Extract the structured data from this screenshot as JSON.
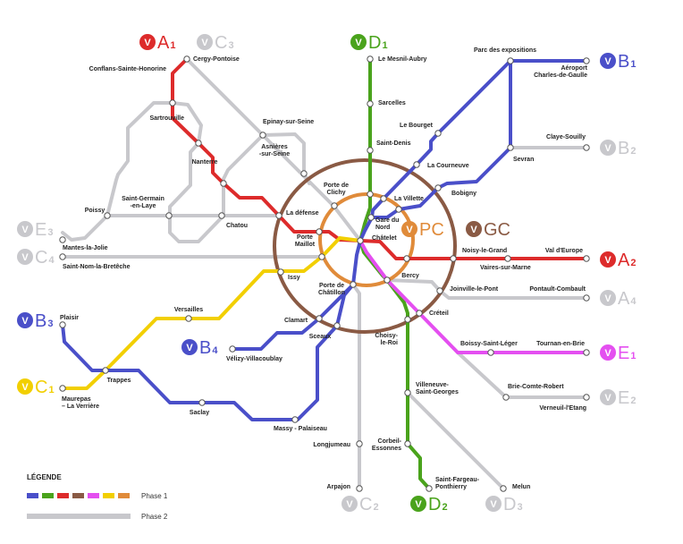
{
  "colors": {
    "blue": "#4a4fc9",
    "green": "#4aa31c",
    "red": "#dd2b2b",
    "brown": "#8a5a44",
    "magenta": "#e44ff0",
    "yellow": "#f2cf00",
    "orange": "#e08b3a",
    "gray": "#c8c8cc"
  },
  "badges": {
    "A1": {
      "letter": "A",
      "sub": "1",
      "v": "V",
      "color": "#dd2b2b"
    },
    "C3": {
      "letter": "C",
      "sub": "3",
      "v": "V",
      "color": "#c8c8cc"
    },
    "D1": {
      "letter": "D",
      "sub": "1",
      "v": "V",
      "color": "#4aa31c"
    },
    "B1": {
      "letter": "B",
      "sub": "1",
      "v": "V",
      "color": "#4a4fc9"
    },
    "B2": {
      "letter": "B",
      "sub": "2",
      "v": "V",
      "color": "#c8c8cc"
    },
    "PC": {
      "letter": "PC",
      "sub": "",
      "v": "V",
      "color": "#e08b3a"
    },
    "GC": {
      "letter": "GC",
      "sub": "",
      "v": "V",
      "color": "#8a5a44"
    },
    "A2": {
      "letter": "A",
      "sub": "2",
      "v": "V",
      "color": "#dd2b2b"
    },
    "A4": {
      "letter": "A",
      "sub": "4",
      "v": "V",
      "color": "#c8c8cc"
    },
    "E1": {
      "letter": "E",
      "sub": "1",
      "v": "V",
      "color": "#e44ff0"
    },
    "E2": {
      "letter": "E",
      "sub": "2",
      "v": "V",
      "color": "#c8c8cc"
    },
    "E3": {
      "letter": "E",
      "sub": "3",
      "v": "V",
      "color": "#c8c8cc"
    },
    "C4": {
      "letter": "C",
      "sub": "4",
      "v": "V",
      "color": "#c8c8cc"
    },
    "B3": {
      "letter": "B",
      "sub": "3",
      "v": "V",
      "color": "#4a4fc9"
    },
    "C1": {
      "letter": "C",
      "sub": "1",
      "v": "V",
      "color": "#f2cf00"
    },
    "B4": {
      "letter": "B",
      "sub": "4",
      "v": "V",
      "color": "#4a4fc9"
    },
    "C2": {
      "letter": "C",
      "sub": "2",
      "v": "V",
      "color": "#c8c8cc"
    },
    "D2": {
      "letter": "D",
      "sub": "2",
      "v": "V",
      "color": "#4aa31c"
    },
    "D3": {
      "letter": "D",
      "sub": "3",
      "v": "V",
      "color": "#c8c8cc"
    }
  },
  "stations": {
    "cergy": [
      "Cergy-Pontoise"
    ],
    "conflans": [
      "Conflans-Sainte-Honorine"
    ],
    "sartrouville": [
      "Sartrouville"
    ],
    "epinay": [
      "Epinay-sur-Seine"
    ],
    "asnieres": [
      "Asnières",
      "-sur-Seine"
    ],
    "nanterre": [
      "Nanterre"
    ],
    "stgermain": [
      "Saint-Germain",
      "-en-Laye"
    ],
    "poissy": [
      "Poissy"
    ],
    "chatou": [
      "Chatou"
    ],
    "ladefense": [
      "La défense"
    ],
    "clichy": [
      "Porte de",
      "Clichy"
    ],
    "mantes": [
      "Mantes-la-Jolie"
    ],
    "stnom": [
      "Saint-Nom-la-Bretêche"
    ],
    "maillot": [
      "Porte",
      "Maillot"
    ],
    "issy": [
      "Issy"
    ],
    "chatillon": [
      "Porte de",
      "Châtillon"
    ],
    "clamart": [
      "Clamart"
    ],
    "sceaux": [
      "Sceaux"
    ],
    "velizy": [
      "Vélizy-Villacoublay"
    ],
    "versailles": [
      "Versailles"
    ],
    "plaisir": [
      "Plaisir"
    ],
    "trappes": [
      "Trappes"
    ],
    "maurepas": [
      "Maurepas",
      "– La Verrière"
    ],
    "saclay": [
      "Saclay"
    ],
    "massy": [
      "Massy - Palaiseau"
    ],
    "longjumeau": [
      "Longjumeau"
    ],
    "arpajon": [
      "Arpajon"
    ],
    "corbeil": [
      "Corbeil-",
      "Essonnes"
    ],
    "choisy": [
      "Choisy-",
      "le-Roi"
    ],
    "villeneuve": [
      "Villeneuve-",
      "Saint-Georges"
    ],
    "stfargeau": [
      "Saint-Fargeau-",
      "Ponthierry"
    ],
    "melun": [
      "Melun"
    ],
    "bercy": [
      "Bercy"
    ],
    "joinville": [
      "Joinville-le-Pont"
    ],
    "pontault": [
      "Pontault-Combault"
    ],
    "creteil": [
      "Créteil"
    ],
    "boissy": [
      "Boissy-Saint-Léger"
    ],
    "tournan": [
      "Tournan-en-Brie"
    ],
    "brie": [
      "Brie-Comte-Robert"
    ],
    "verneuil": [
      "Verneuil-l'Etang"
    ],
    "noisy": [
      "Noisy-le-Grand"
    ],
    "vaires": [
      "Vaires-sur-Marne"
    ],
    "valdeurope": [
      "Val d'Europe"
    ],
    "chatelet": [
      "Châtelet"
    ],
    "garedunord": [
      "Gare du",
      "Nord"
    ],
    "lavillette": [
      "La Villette"
    ],
    "courneuve": [
      "La Courneuve"
    ],
    "bobigny": [
      "Bobigny"
    ],
    "bourget": [
      "Le Bourget"
    ],
    "stdenis": [
      "Saint-Denis"
    ],
    "sarcelles": [
      "Sarcelles"
    ],
    "mesnil": [
      "Le Mesnil-Aubry"
    ],
    "parcexpo": [
      "Parc des expositions"
    ],
    "cdg": [
      "Aéroport",
      "Charles-de-Gaulle"
    ],
    "claye": [
      "Claye-Souilly"
    ],
    "sevran": [
      "Sevran"
    ]
  },
  "legend": {
    "title": "LÉGENDE",
    "phase1": "Phase 1",
    "phase2": "Phase 2",
    "phase1_colors": [
      "#4a4fc9",
      "#4aa31c",
      "#dd2b2b",
      "#8a5a44",
      "#e44ff0",
      "#f2cf00",
      "#e08b3a"
    ],
    "phase2_color": "#c8c8cc"
  }
}
